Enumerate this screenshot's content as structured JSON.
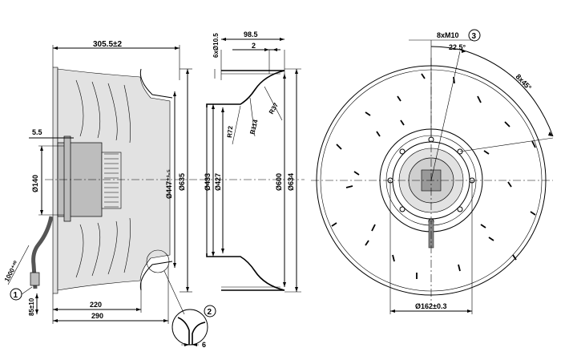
{
  "side_view": {
    "dims": {
      "overall_depth": "305.5±2",
      "flange_offset": "5.5",
      "hub_diameter": "Ø140",
      "impeller_diameter": "Ø447⁺¹·⁵",
      "housing_diameter": "Ø635",
      "depth_220": "220",
      "depth_290": "290",
      "cable_length": "1000⁺²⁰",
      "cable_end": "85±10"
    },
    "callout_1": "1",
    "callout_2": "2",
    "detail_dim": "6"
  },
  "section_view": {
    "dims": {
      "hole_dia": "6xØ10.5",
      "width_98": "98.5",
      "thickness": "2",
      "r72": "R72",
      "r114": "R114",
      "r37": "R37",
      "inner_433": "Ø433",
      "inner_427": "Ø427",
      "outer_600": "Ø600",
      "outer_634": "Ø634"
    }
  },
  "front_view": {
    "dims": {
      "thread": "8xM10",
      "thread_callout": "3",
      "angle": "22.5°",
      "pitch": "8x45°",
      "bolt_circle": "Ø162±0.3"
    }
  }
}
